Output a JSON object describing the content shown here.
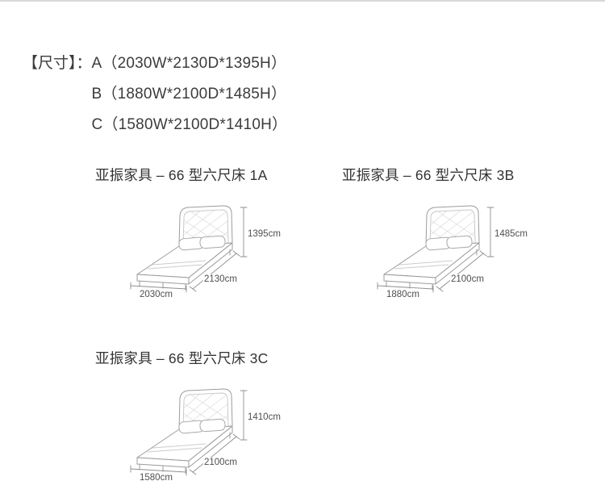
{
  "page": {
    "background_color": "#ffffff",
    "divider_color": "#d8d8d8",
    "drawing_line_color": "#9c9c9c",
    "text_color": "#3c3c3c"
  },
  "header": {
    "label": "【尺寸】：",
    "lines": [
      "A（2030W*2130D*1395H）",
      "B（1880W*2100D*1485H）",
      "C（1580W*2100D*1410H）"
    ]
  },
  "products": [
    {
      "title": "亚振家具 – 66 型六尺床 1A",
      "height": "1395cm",
      "width": "2030cm",
      "depth": "2130cm"
    },
    {
      "title": "亚振家具 – 66 型六尺床 3B",
      "height": "1485cm",
      "width": "1880cm",
      "depth": "2100cm"
    },
    {
      "title": "亚振家具 – 66 型六尺床 3C",
      "height": "1410cm",
      "width": "1580cm",
      "depth": "2100cm"
    }
  ]
}
